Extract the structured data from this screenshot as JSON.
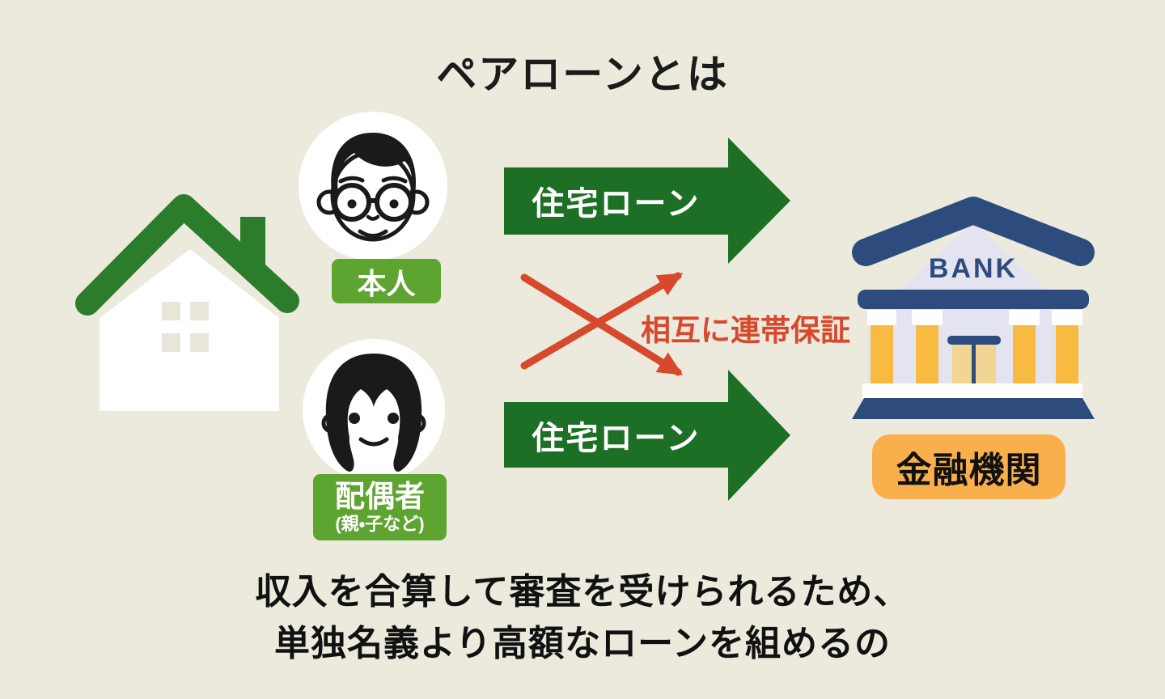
{
  "title": "ペアローンとは",
  "borrower_primary": {
    "label": "本人"
  },
  "borrower_secondary": {
    "label": "配偶者",
    "sublabel": "(親・子など)"
  },
  "arrows": {
    "top_label": "住宅ローン",
    "bottom_label": "住宅ローン"
  },
  "guarantee": {
    "label": "相互に連帯保証"
  },
  "bank": {
    "sign": "BANK",
    "label": "金融機関"
  },
  "caption": {
    "line1": "収入を合算して審査を受けられるため、",
    "line2": "単独名義より高額なローンを組めるの"
  },
  "colors": {
    "background": "#ECEADD",
    "loan_arrow_green": "#1E6F26",
    "roof_green": "#2B7D2C",
    "label_green": "#5EA431",
    "guarantee_red": "#D7492C",
    "bank_navy": "#2D4B7D",
    "bank_wall_lavender": "#E4E4F0",
    "column_yellow": "#F8BA41",
    "door_tan": "#F2D593",
    "badge_orange": "#F9B04C",
    "text_black": "#1B1B1B"
  }
}
